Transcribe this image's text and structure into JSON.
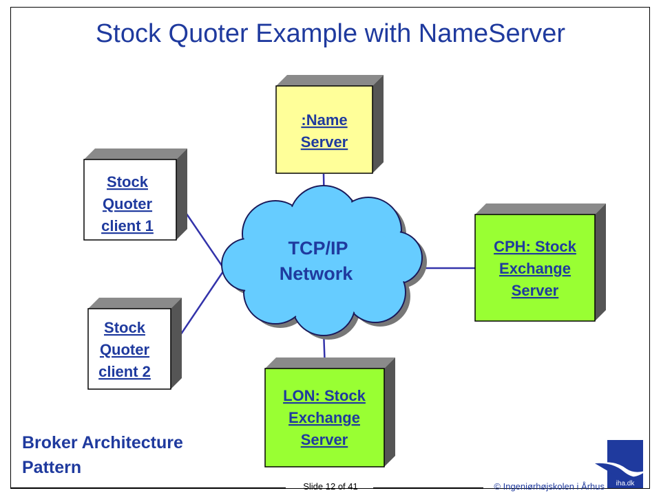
{
  "slide": {
    "title": "Stock Quoter Example with NameServer",
    "pattern_label": "Broker Architecture Pattern",
    "slide_number": "Slide 12 of 41",
    "copyright": "© Ingeniørhøjskolen i Århus",
    "logo_text": "iha.dk"
  },
  "diagram": {
    "name_server": [
      ":Name",
      "Server"
    ],
    "client1": [
      "Stock",
      "Quoter",
      "client 1"
    ],
    "client2": [
      "Stock",
      "Quoter",
      "client 2"
    ],
    "network": [
      "TCP/IP",
      "Network"
    ],
    "cph_server": [
      "CPH: Stock",
      "Exchange",
      "Server"
    ],
    "lon_server": [
      "LON: Stock",
      "Exchange",
      "Server"
    ]
  },
  "colors": {
    "text_blue": "#1f3a9e",
    "name_server_fill": "#ffff99",
    "exchange_fill": "#99ff33",
    "cloud_fill": "#66ccff",
    "link_color": "#3333aa"
  }
}
